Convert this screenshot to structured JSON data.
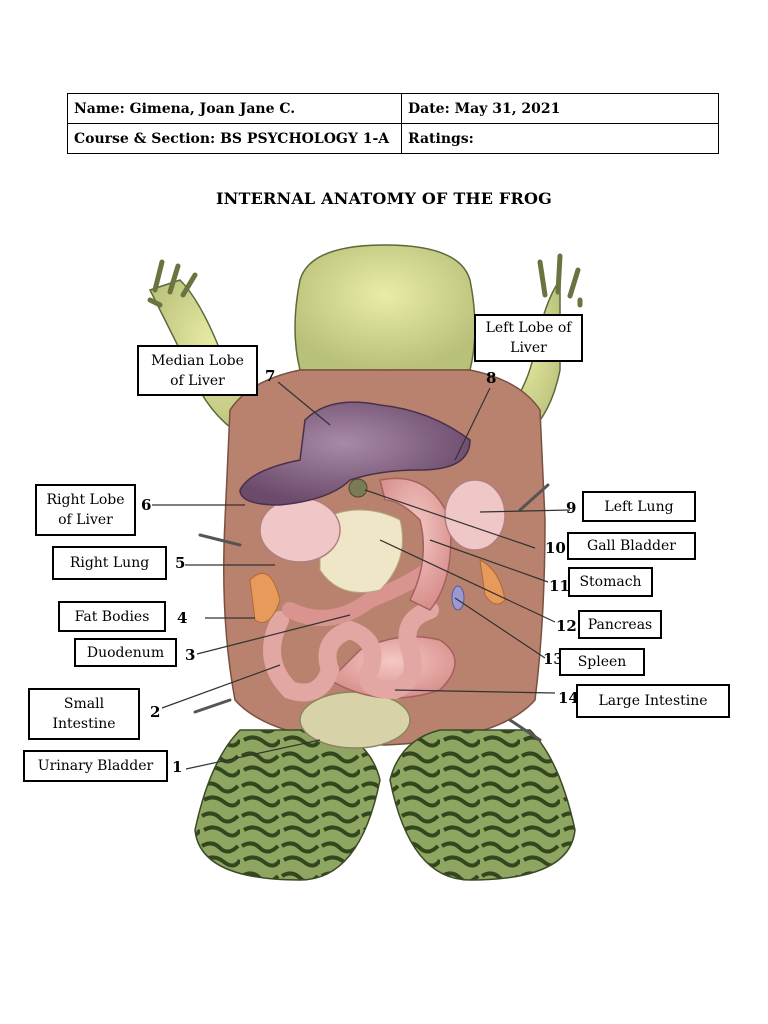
{
  "header": {
    "name_label": "Name: Gimena, Joan Jane C.",
    "date_label": "Date: May 31, 2021",
    "course_label": "Course & Section: BS PSYCHOLOGY 1-A",
    "ratings_label": "Ratings:"
  },
  "title": "INTERNAL ANATOMY OF THE FROG",
  "labels": {
    "median_lobe": "Median Lobe\nof Liver",
    "left_lobe": "Left Lobe of\nLiver",
    "right_lobe": "Right Lobe\nof Liver",
    "right_lung": "Right Lung",
    "fat_bodies": "Fat Bodies",
    "duodenum": "Duodenum",
    "small_intestine": "Small\nIntestine",
    "urinary_bladder": "Urinary Bladder",
    "left_lung": "Left Lung",
    "gall_bladder": "Gall Bladder",
    "stomach": "Stomach",
    "pancreas": "Pancreas",
    "spleen": "Spleen",
    "large_intestine": "Large Intestine"
  },
  "numbers": {
    "n1": "1",
    "n2": "2",
    "n3": "3",
    "n4": "4",
    "n5": "5",
    "n6": "6",
    "n7": "7",
    "n8": "8",
    "n9": "9",
    "n10": "10",
    "n11": "11",
    "n12": "12",
    "n13": "13",
    "n14": "14"
  }
}
